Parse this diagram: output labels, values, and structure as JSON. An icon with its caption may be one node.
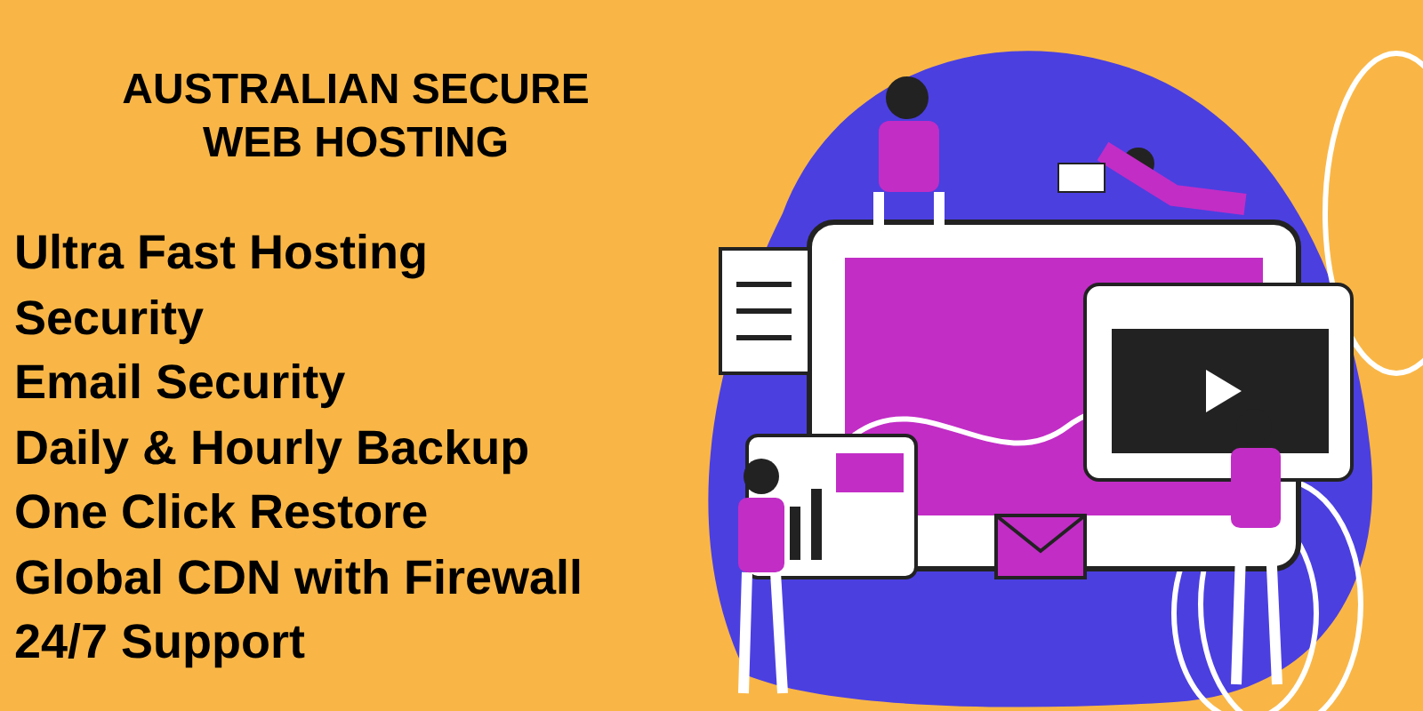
{
  "diagram": {
    "title": "AUSTRALIAN SECURE WEB HOSTING",
    "labels": [
      "Ultra Fast Hosting",
      "Security",
      "Email Security",
      "Daily & Hourly Backup",
      "One Click Restore",
      "Global CDN with Firewall",
      "24/7 Support"
    ]
  }
}
